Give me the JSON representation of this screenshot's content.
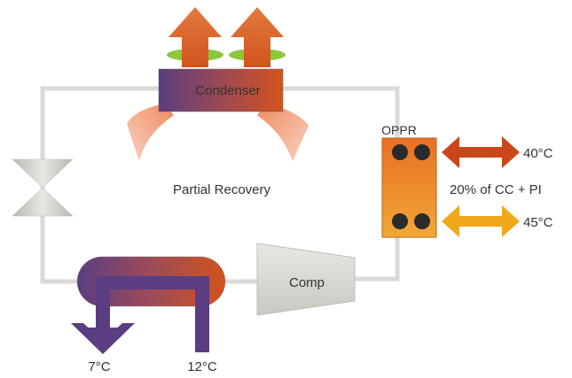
{
  "components": {
    "condenser": "Condenser",
    "oppr": "OPPR",
    "compressor": "Comp"
  },
  "labels": {
    "partial_recovery": "Partial Recovery",
    "recovery_share": "20% of CC + PI",
    "hot_out_temp": "40°C",
    "hot_in_temp": "45°C",
    "chilled_out_temp": "7°C",
    "chilled_in_temp": "12°C"
  },
  "colors": {
    "pipe": "#d9d9d9",
    "cold": "#5b3d82",
    "hot": "#d2531c",
    "oppr_fill": "#ee7f2a",
    "hot_arrow": "#c9471b",
    "warm_arrow": "#f2a81d",
    "fan": "#8dc63f",
    "heat_plume": "#f2a98a"
  }
}
